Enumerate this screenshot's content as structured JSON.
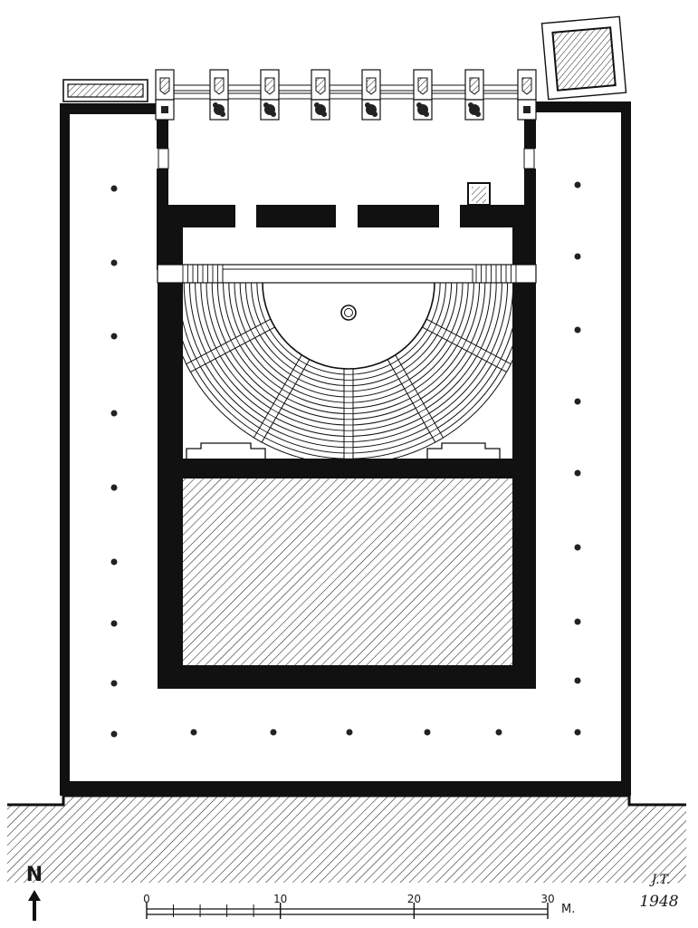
{
  "north_arrow": {
    "letter": "N"
  },
  "signature": {
    "initials": "J.T.",
    "year": "1948"
  },
  "scale_bar": {
    "ticks": [
      {
        "label": "0",
        "value": 0
      },
      {
        "label": "10",
        "value": 10
      },
      {
        "label": "20",
        "value": 20
      },
      {
        "label": "30",
        "value": 30
      }
    ],
    "unit": "M."
  }
}
